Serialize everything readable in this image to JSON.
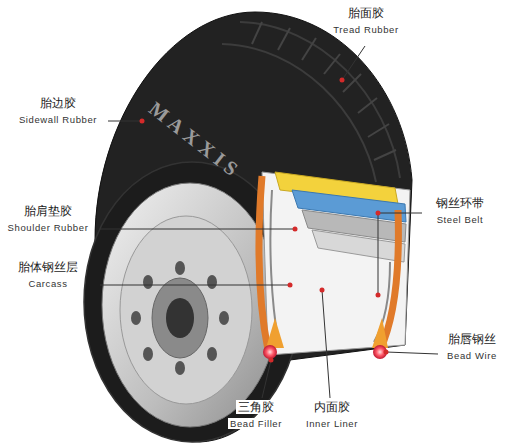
{
  "diagram": {
    "labels": [
      "胎面胶",
      "Tread Rubber",
      "胎边胶",
      "Sidewall Rubber",
      "MAXXIS",
      "胎肩垫胶",
      "Shoulder Rubber",
      "钢丝环带",
      "Steel Belt",
      "胎体钢丝层",
      "Carcass",
      "胎唇钢丝",
      "Bead Wire",
      "三角胶",
      "Bead Filler",
      "内面胶",
      "Inner Liner"
    ]
  }
}
